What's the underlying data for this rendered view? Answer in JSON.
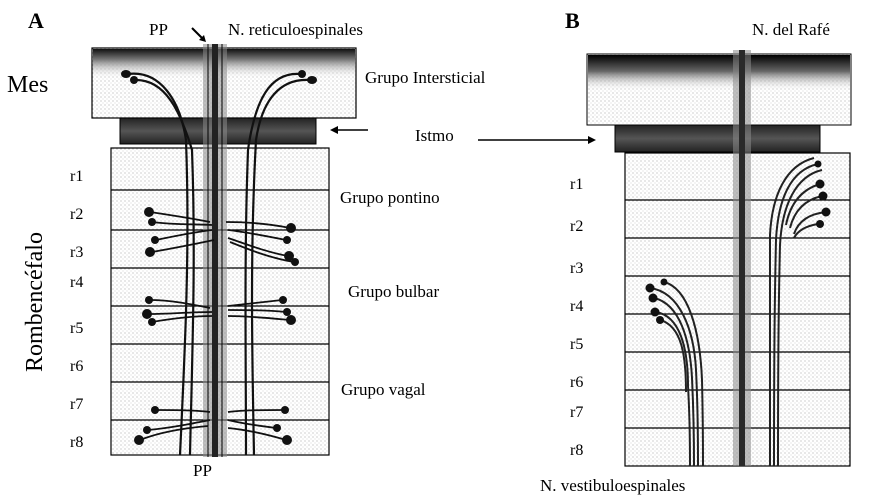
{
  "panel_a": {
    "letter": "A",
    "pp_top": "PP",
    "pp_bottom": "PP",
    "reticulo": "N. reticuloespinales",
    "mes": "Mes",
    "rombencefalo": "Rombencéfalo",
    "grupo_intersticial": "Grupo Intersticial",
    "istmo": "Istmo",
    "grupo_pontino": "Grupo pontino",
    "grupo_bulbar": "Grupo bulbar",
    "grupo_vagal": "Grupo vagal",
    "rhombomeres": [
      "r1",
      "r2",
      "r3",
      "r4",
      "r5",
      "r6",
      "r7",
      "r8"
    ]
  },
  "panel_b": {
    "letter": "B",
    "rafe": "N. del Rafé",
    "vestibulo": "N. vestibuloespinales",
    "rhombomeres": [
      "r1",
      "r2",
      "r3",
      "r4",
      "r5",
      "r6",
      "r7",
      "r8"
    ]
  },
  "colors": {
    "ink": "#000000",
    "stipple": "#9a9a9a",
    "band": "#333333"
  }
}
